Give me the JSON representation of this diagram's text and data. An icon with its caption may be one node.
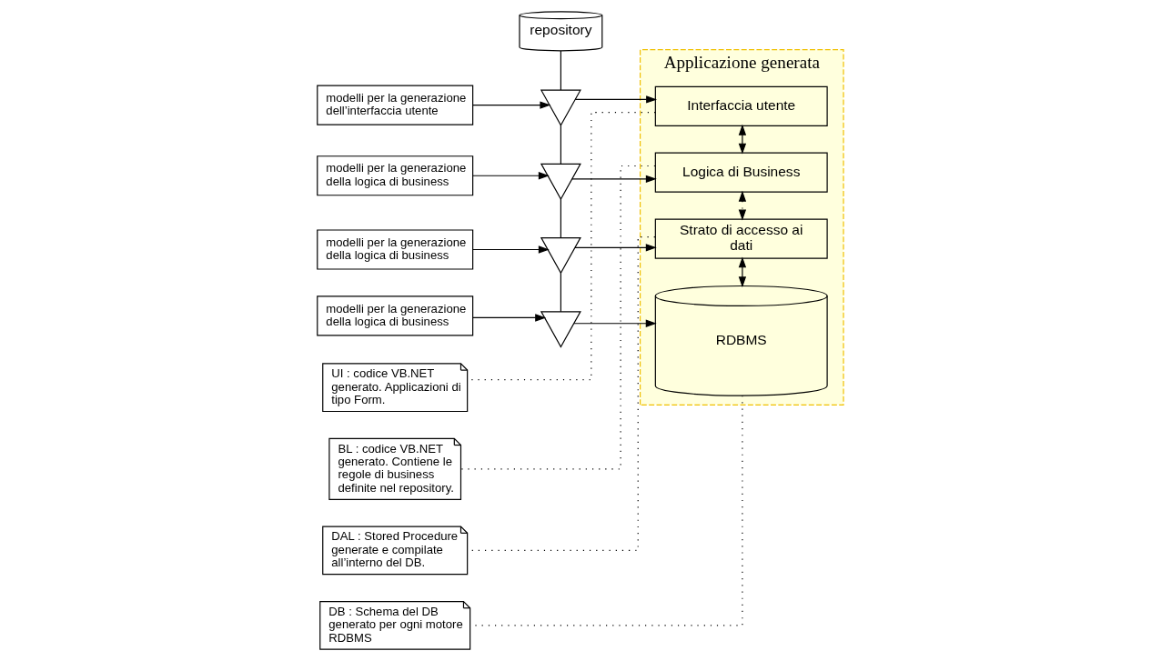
{
  "diagram": {
    "nodes": [
      {
        "text": [
          "repository"
        ]
      },
      {
        "text": [
          "modelli per la generazione dell’interfaccia utente"
        ]
      },
      {
        "text": [
          "modelli per la generazione della logica di business"
        ]
      },
      {
        "text": [
          "modelli per la generazione della logica di business"
        ]
      },
      {
        "text": [
          "modelli per la generazione della logica di business"
        ]
      },
      {
        "text": [],
        "shape": "triangle"
      },
      {
        "text": [],
        "shape": "triangle"
      },
      {
        "text": [],
        "shape": "triangle"
      },
      {
        "text": [],
        "shape": "triangle"
      },
      {
        "text": [
          "Applicazione generata"
        ]
      },
      {
        "text": [
          "Interfaccia utente"
        ],
        "in": 9
      },
      {
        "text": [
          "Logica di Business"
        ],
        "in": 9
      },
      {
        "text": [
          "Strato di accesso ai dati"
        ],
        "in": 9
      },
      {
        "text": [
          "RDBMS"
        ],
        "in": 9
      },
      {
        "text": [
          "UI : codice VB.NET generato. Applicazioni di tipo Form."
        ]
      },
      {
        "text": [
          "BL : codice VB.NET generato. Contiene le regole di business definite nel repository."
        ]
      },
      {
        "text": [
          "DAL : Stored Procedure generate e compilate all’interno del DB."
        ]
      },
      {
        "text": [
          "DB : Schema del DB generato per ogni motore RDBMS"
        ]
      }
    ],
    "edges": [
      {
        "from": 0,
        "to": 5,
        "arrow": "none"
      },
      {
        "from": 5,
        "to": 6,
        "arrow": "none"
      },
      {
        "from": 6,
        "to": 7,
        "arrow": "none"
      },
      {
        "from": 7,
        "to": 8,
        "arrow": "none"
      },
      {
        "from": 1,
        "to": 5,
        "arrow": "to"
      },
      {
        "from": 2,
        "to": 6,
        "arrow": "to"
      },
      {
        "from": 3,
        "to": 7,
        "arrow": "to"
      },
      {
        "from": 4,
        "to": 8,
        "arrow": "to"
      },
      {
        "from": 5,
        "to": 10,
        "arrow": "to"
      },
      {
        "from": 6,
        "to": 11,
        "arrow": "to"
      },
      {
        "from": 7,
        "to": 12,
        "arrow": "to"
      },
      {
        "from": 8,
        "to": 13,
        "arrow": "to"
      },
      {
        "from": 10,
        "to": 11,
        "arrow": "both"
      },
      {
        "from": 11,
        "to": 12,
        "arrow": "both",
        "style": "dashed"
      },
      {
        "from": 12,
        "to": 13,
        "arrow": "both"
      },
      {
        "from": 14,
        "to": 10,
        "arrow": "none",
        "style": "dashed"
      },
      {
        "from": 15,
        "to": 11,
        "arrow": "none",
        "style": "dashed"
      },
      {
        "from": 16,
        "to": 12,
        "arrow": "none",
        "style": "dashed"
      },
      {
        "from": 17,
        "to": 13,
        "arrow": "none",
        "style": "dashed"
      }
    ]
  }
}
